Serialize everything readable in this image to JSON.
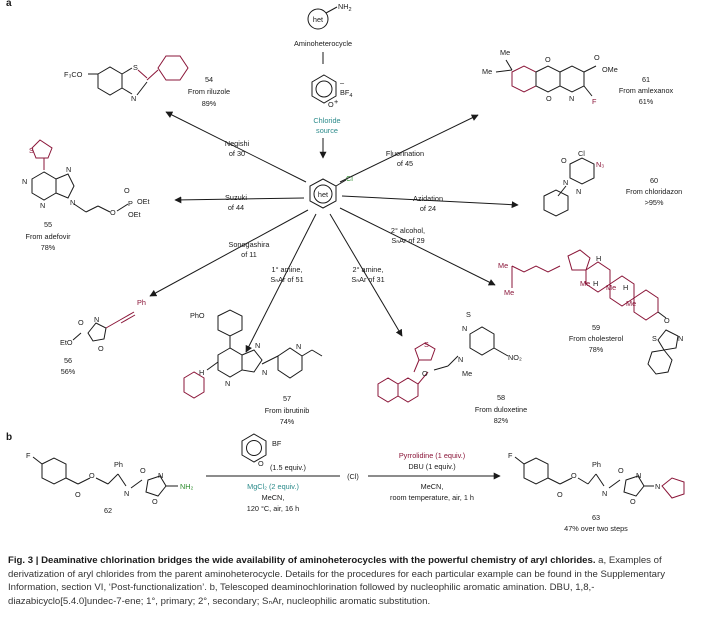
{
  "panel_a": "a",
  "panel_b": "b",
  "center": {
    "het_label": "het",
    "cl_label": "Cl",
    "aminoheterocycle_label": "Aminoheterocycle",
    "nh2_label": "NH",
    "nh2_sub": "2",
    "bf4_label": "BF",
    "bf4_sub": "4",
    "pyrylium_o": "O",
    "pyrylium_plus": "+",
    "pyrylium_minus": "–",
    "chloride_source_1": "Chloride",
    "chloride_source_2": "source"
  },
  "reactions": {
    "negishi": {
      "name": "Negishi",
      "of": "of 30"
    },
    "suzuki": {
      "name": "Suzuki",
      "of": "of 44"
    },
    "sonogashira": {
      "name": "Sonogashira",
      "of": "of 11"
    },
    "amine1": {
      "name": "1° amine,",
      "of": "SₙAr of 51"
    },
    "amine2": {
      "name": "2° amine,",
      "of": "SₙAr of 31"
    },
    "alcohol2": {
      "name": "2° alcohol,",
      "of": "SₙAr of 29"
    },
    "azidation": {
      "name": "Azidation",
      "of": "of 24"
    },
    "fluorination": {
      "name": "Fluorination",
      "of": "of 45"
    }
  },
  "products": {
    "p54": {
      "num": "54",
      "from": "From riluzole",
      "yield": "89%"
    },
    "p55": {
      "num": "55",
      "from": "From adefovir",
      "yield": "78%"
    },
    "p56": {
      "num": "56",
      "from": "",
      "yield": "56%"
    },
    "p57": {
      "num": "57",
      "from": "From ibrutinib",
      "yield": "74%"
    },
    "p58": {
      "num": "58",
      "from": "From duloxetine",
      "yield": "82%"
    },
    "p59": {
      "num": "59",
      "from": "From cholesterol",
      "yield": "78%"
    },
    "p60": {
      "num": "60",
      "from": "From chloridazon",
      "yield": ">95%"
    },
    "p61": {
      "num": "61",
      "from": "From amlexanox",
      "yield": "61%"
    }
  },
  "atom_labels": {
    "f3co": "F₃CO",
    "s": "S",
    "n": "N",
    "o": "O",
    "f": "F",
    "cl": "Cl",
    "n3": "N₃",
    "ome": "OMe",
    "me": "Me",
    "h": "H",
    "oet": "OEt",
    "p": "P",
    "ph": "Ph",
    "pho": "PhO",
    "eto": "EtO",
    "hn": "H",
    "no2": "NO₂",
    "nh2": "NH₂"
  },
  "panel_b_scheme": {
    "start_num": "62",
    "product_num": "63",
    "product_yield": "47% over two steps",
    "step1_reagent": "(1.5 equiv.)",
    "step1_bf4": "BF",
    "step1_cond1": "MgCl₂ (2 equiv.)",
    "step1_cond2": "MeCN,",
    "step1_cond3": "120 °C, air, 16 h",
    "intermediate": "(Cl)",
    "step2_reagent1": "Pyrrolidine (1 equiv.)",
    "step2_reagent2": "DBU (1 equiv.)",
    "step2_cond1": "MeCN,",
    "step2_cond2": "room temperature, air, 1 h"
  },
  "caption": {
    "lead": "Fig. 3 | Deaminative chlorination bridges the wide availability of aminoheterocycles with the powerful chemistry of aryl chlorides.",
    "body": " a, Examples of derivatization of aryl chlorides from the parent aminoheterocycle. Details for the procedures for each particular example can be found in the Supplementary Information, section VI, ‘Post-functionalization’. b, Telescoped deaminochlorination followed by nucleophilic aromatic amination. DBU, 1,8,-diazabicyclo[5.4.0]undec-7-ene; 1°, primary; 2°, secondary; SₙAr, nucleophilic aromatic substitution."
  }
}
